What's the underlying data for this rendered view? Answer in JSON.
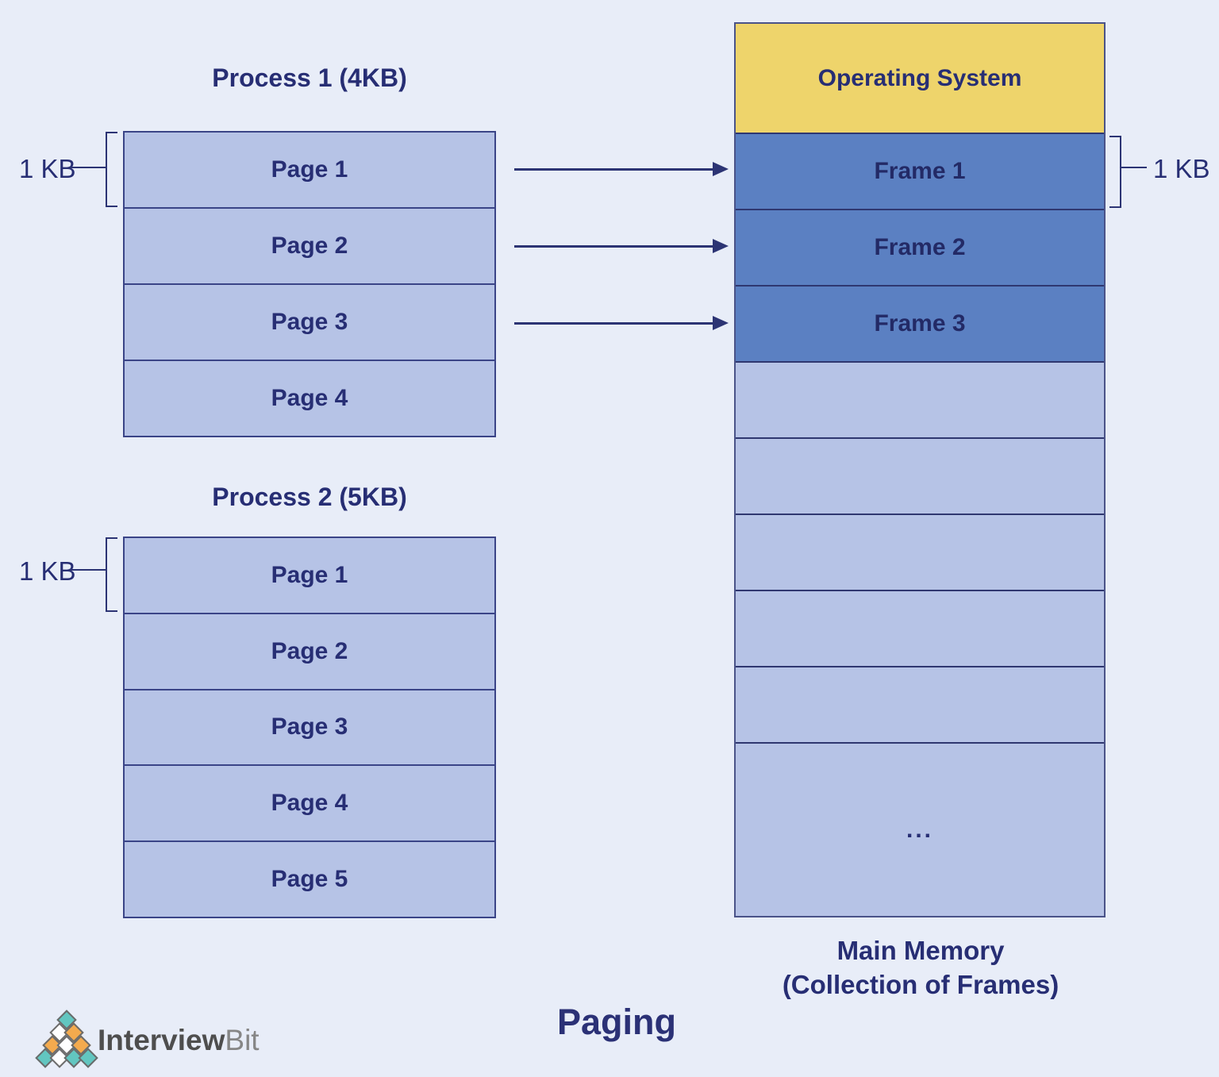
{
  "title": "Paging",
  "process1": {
    "heading": "Process 1 (4KB)",
    "pages": [
      "Page 1",
      "Page 2",
      "Page 3",
      "Page 4"
    ],
    "size_label": "1 KB"
  },
  "process2": {
    "heading": "Process 2 (5KB)",
    "pages": [
      "Page 1",
      "Page 2",
      "Page 3",
      "Page 4",
      "Page 5"
    ],
    "size_label": "1 KB"
  },
  "main_memory": {
    "os_label": "Operating System",
    "frames": [
      "Frame 1",
      "Frame 2",
      "Frame 3"
    ],
    "empty_frame_count": 5,
    "ellipsis": "...",
    "size_label": "1 KB",
    "caption_line1": "Main Memory",
    "caption_line2": "(Collection of Frames)"
  },
  "brand": {
    "name_bold": "Interview",
    "name_light": "Bit"
  },
  "colors": {
    "background": "#e8edf8",
    "page_fill": "#b6c3e6",
    "frame_fill": "#5b80c2",
    "os_fill": "#eed46b",
    "box_border": "#3a4487",
    "text_navy": "#272e74",
    "arrow": "#2c3474",
    "logo_teal": "#62c6c0",
    "logo_orange": "#f3aa4e"
  }
}
